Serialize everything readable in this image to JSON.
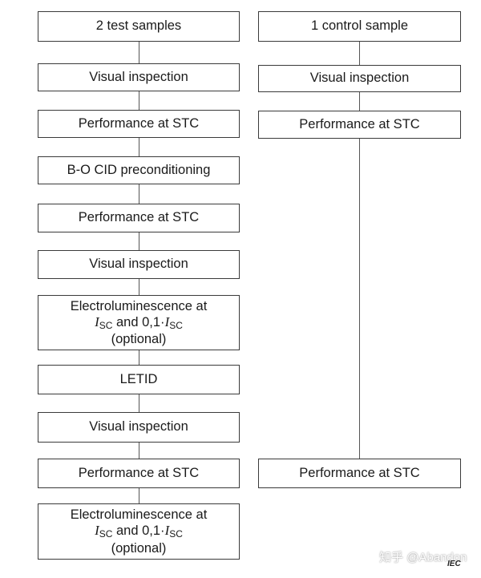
{
  "left_column": {
    "steps": [
      "2 test samples",
      "Visual inspection",
      "Performance at STC",
      "B-O CID preconditioning",
      "Performance at STC",
      "Visual inspection",
      "LETID",
      "Visual inspection",
      "Performance at STC"
    ],
    "el_step": {
      "line1": "Electroluminescence at",
      "isc": "I",
      "isc_sub": "SC",
      "and_text": " and 0,1·",
      "isc2": "I",
      "isc2_sub": "SC",
      "optional": "(optional)"
    }
  },
  "right_column": {
    "steps": [
      "1 control sample",
      "Visual inspection",
      "Performance at STC",
      "Performance at STC"
    ]
  },
  "watermark": "知乎 @Abandon",
  "iec_label": "IEC"
}
